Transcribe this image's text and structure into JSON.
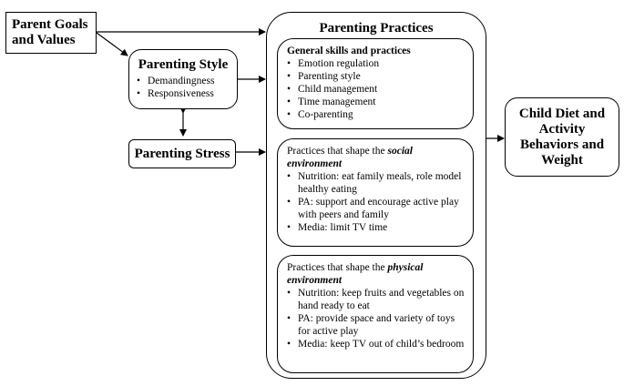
{
  "parent_goals": {
    "line1": "Parent Goals",
    "line2": "and Values"
  },
  "parenting_style": {
    "title": "Parenting Style",
    "items": [
      "Demandingness",
      "Responsiveness"
    ]
  },
  "parenting_stress": {
    "title": "Parenting Stress"
  },
  "parenting_practices": {
    "title": "Parenting Practices",
    "general": {
      "title": "General skills and practices",
      "items": [
        "Emotion regulation",
        "Parenting style",
        "Child management",
        "Time management",
        "Co-parenting"
      ]
    },
    "social": {
      "prefix": "Practices that shape the ",
      "emph": "social",
      "line2": "environment",
      "items": [
        "Nutrition: eat family meals, role model healthy eating",
        "PA: support and encourage active play with peers and family",
        "Media: limit TV time"
      ]
    },
    "physical": {
      "prefix": "Practices that shape the ",
      "emph": "physical",
      "line2": "environment",
      "items": [
        "Nutrition: keep fruits and vegetables on hand ready to eat",
        "PA: provide space and variety of toys for active play",
        "Media: keep TV out of child’s bedroom"
      ]
    }
  },
  "outcome": {
    "line1": "Child Diet and",
    "line2": "Activity",
    "line3": "Behaviors and",
    "line4": "Weight"
  }
}
